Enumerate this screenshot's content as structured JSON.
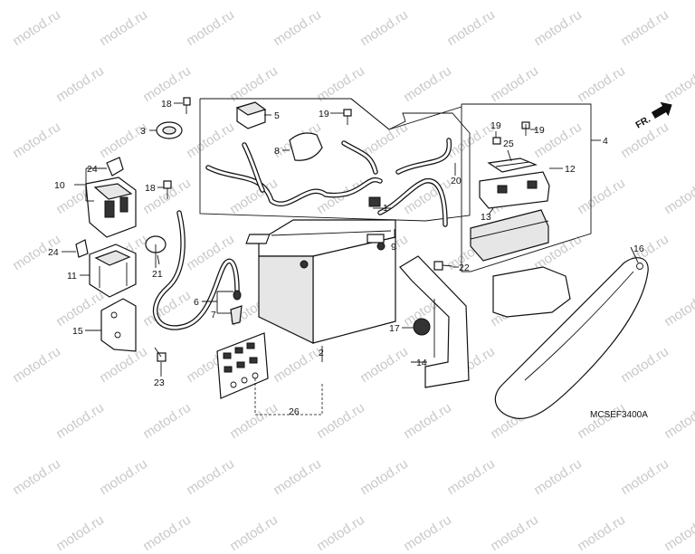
{
  "diagram": {
    "watermark": "motod.ru",
    "drawing_code": "MCSEF3400A",
    "direction_label": "FR.",
    "callouts": [
      "1",
      "2",
      "3",
      "4",
      "5",
      "6",
      "7",
      "8",
      "9",
      "10",
      "11",
      "12",
      "13",
      "14",
      "15",
      "16",
      "17",
      "18",
      "18",
      "19",
      "19",
      "19",
      "20",
      "21",
      "22",
      "23",
      "24",
      "24",
      "25",
      "26"
    ]
  }
}
